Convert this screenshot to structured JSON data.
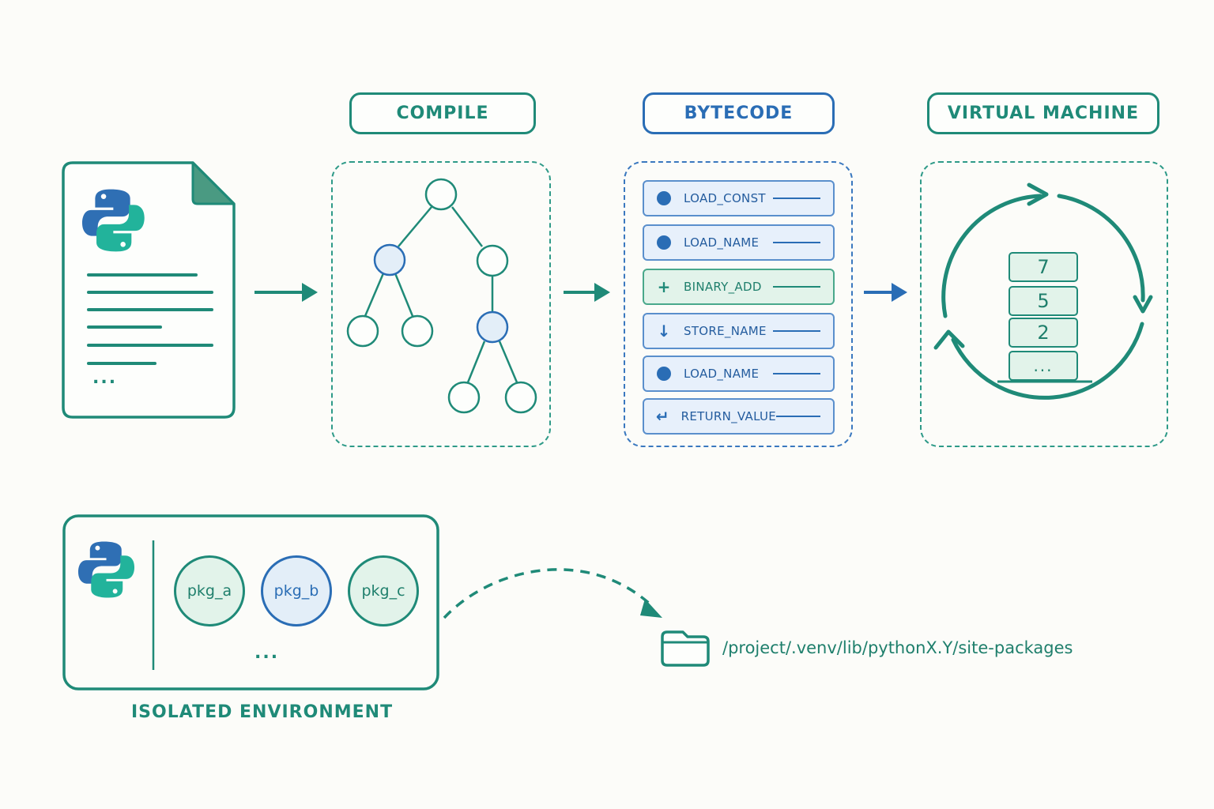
{
  "stages": [
    {
      "label": "COMPILE"
    },
    {
      "label": "BYTECODE"
    },
    {
      "label": "VIRTUAL MACHINE"
    }
  ],
  "source_file": {
    "ellipsis": "..."
  },
  "bytecode": [
    {
      "op": "LOAD_CONST",
      "icon": "dot-icon"
    },
    {
      "op": "LOAD_NAME",
      "icon": "dot-icon"
    },
    {
      "op": "BINARY_ADD",
      "icon": "plus-icon",
      "glyph": "+"
    },
    {
      "op": "STORE_NAME",
      "icon": "arrow-down-icon",
      "glyph": "↓"
    },
    {
      "op": "LOAD_NAME",
      "icon": "dot-icon"
    },
    {
      "op": "RETURN_VALUE",
      "icon": "return-icon",
      "glyph": "↵"
    }
  ],
  "vm_stack": [
    "7",
    "5",
    "2",
    "..."
  ],
  "environment": {
    "caption": "ISOLATED ENVIRONMENT",
    "packages": [
      "pkg_a",
      "pkg_b",
      "pkg_c"
    ],
    "ellipsis": "..."
  },
  "site_packages": {
    "path": "/project/.venv/lib/pythonX.Y/site-packages"
  },
  "colors": {
    "green": "#1f8a78",
    "blue": "#2a6db5",
    "python_blue": "#2f6fb4",
    "python_teal": "#22b39b"
  }
}
